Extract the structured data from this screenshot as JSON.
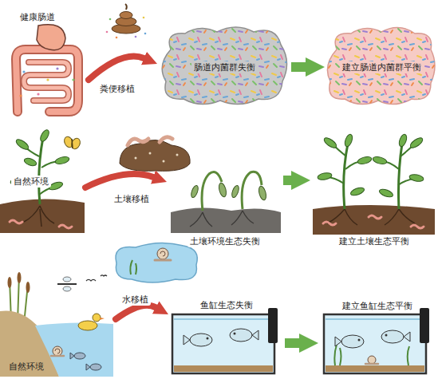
{
  "diagram": {
    "nodes": [
      {
        "text": [
          "健康肠道"
        ]
      },
      {
        "text": [
          "肠道内菌群失衡"
        ]
      },
      {
        "text": [
          "建立肠道内菌群平衡"
        ]
      },
      {
        "text": [
          "自然环境"
        ]
      },
      {
        "text": [
          "土壤环境生态失衡"
        ]
      },
      {
        "text": [
          "建立土壤生态平衡"
        ]
      },
      {
        "text": [
          "自然环境"
        ]
      },
      {
        "text": [
          "鱼缸生态失衡"
        ]
      },
      {
        "text": [
          "建立鱼缸生态平衡"
        ]
      }
    ],
    "edges": [
      {
        "from": 0,
        "to": 1,
        "label": "粪便移植",
        "arrow": "to"
      },
      {
        "from": 1,
        "to": 2,
        "arrow": "to"
      },
      {
        "from": 3,
        "to": 4,
        "label": "土壤移植",
        "arrow": "to"
      },
      {
        "from": 4,
        "to": 5,
        "arrow": "to"
      },
      {
        "from": 6,
        "to": 7,
        "label": "水移植",
        "arrow": "to"
      },
      {
        "from": 7,
        "to": 8,
        "arrow": "to"
      }
    ]
  }
}
